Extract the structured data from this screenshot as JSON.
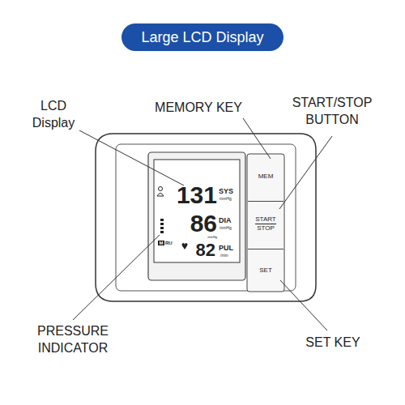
{
  "diagram": {
    "title": "Large LCD Display",
    "nodes": [
      {
        "text": [
          "MEM"
        ]
      },
      {
        "text": [
          "START",
          "STOP"
        ]
      },
      {
        "text": [
          "SET"
        ]
      }
    ],
    "labels": [
      "LCD Display",
      "MEMORY KEY",
      "START/STOP BUTTON",
      "PRESSURE INDICATOR",
      "SET KEY",
      "131",
      "SYS",
      "mmHg",
      "86",
      "DIA",
      "mmHg",
      "mmHg",
      "82",
      "PUL",
      "/min",
      "M",
      "RU"
    ]
  }
}
